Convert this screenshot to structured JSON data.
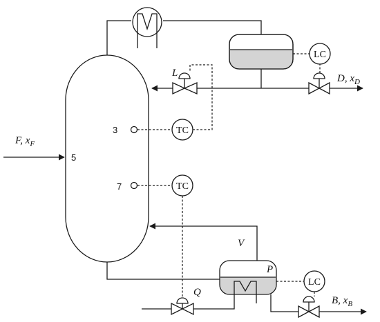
{
  "labels": {
    "feed": "F, x",
    "feed_sub": "F",
    "distillate": "D, x",
    "distillate_sub": "D",
    "bottoms": "B, x",
    "bottoms_sub": "B",
    "reflux_valve": "L",
    "boilup": "V",
    "reboiler_level": "P",
    "heat_duty": "Q"
  },
  "trays": {
    "feed_tray": "5",
    "upper_sensor_tray": "3",
    "lower_sensor_tray": "7"
  },
  "controllers": {
    "condenser_level": "LC",
    "upper_temperature": "TC",
    "lower_temperature": "TC",
    "reboiler_level": "LC"
  },
  "colors": {
    "line": "#1a1a1a",
    "liquid_fill": "#d4d4d4"
  }
}
